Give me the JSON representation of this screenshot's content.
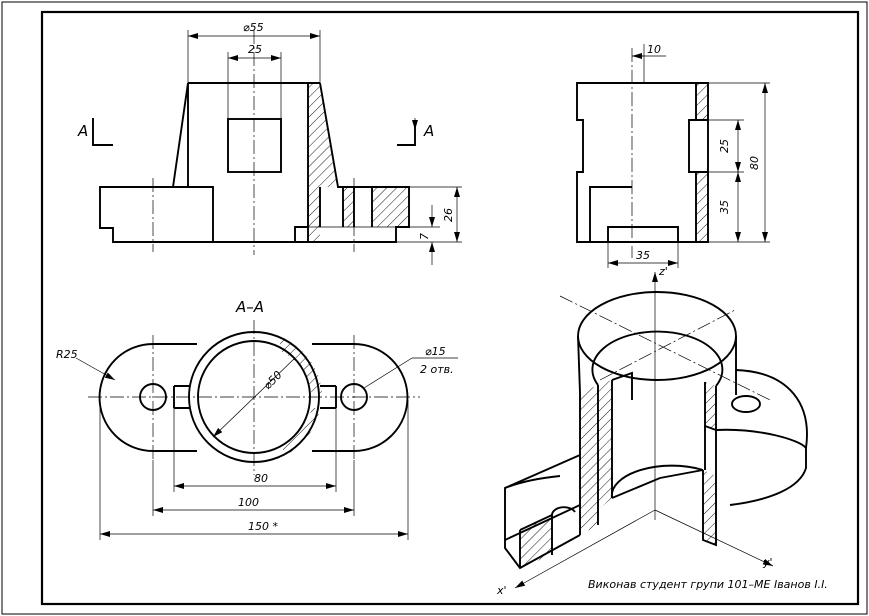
{
  "section": {
    "marker_left": "A",
    "marker_right": "A",
    "title": "A–A"
  },
  "front_view": {
    "dim_diameter_outer": "⌀55",
    "dim_width_top": "25",
    "dim_height_base": "26",
    "dim_height_step": "7"
  },
  "side_view": {
    "dim_width_top": "10",
    "dim_slot_height": "25",
    "dim_total_height": "80",
    "dim_lower_height": "35",
    "dim_base_width": "35"
  },
  "top_view": {
    "dim_radius": "R25",
    "dim_hole_diameter": "⌀15",
    "dim_hole_count": "2 отв.",
    "dim_bore": "⌀50",
    "dim_80": "80",
    "dim_100": "100",
    "dim_150": "150 *"
  },
  "axes": {
    "z": "z'",
    "x": "x'",
    "y": "y'"
  },
  "stamp": "Виконав студент групи 101–МЕ Іванов І.І."
}
